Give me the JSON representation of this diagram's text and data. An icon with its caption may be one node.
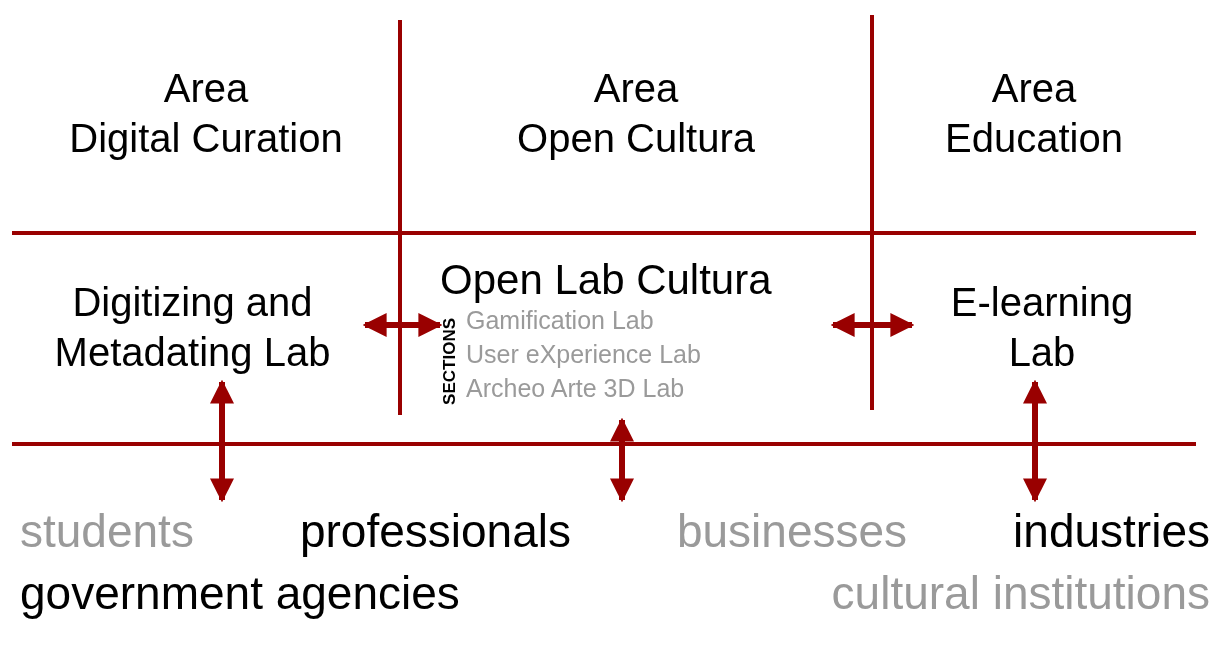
{
  "diagram": {
    "nodes": [
      {
        "text": [
          "Area Digital Curation"
        ]
      },
      {
        "text": [
          "Area Open Cultura"
        ]
      },
      {
        "text": [
          "Area Education"
        ]
      },
      {
        "text": [
          "Digitizing and Metadating Lab"
        ]
      },
      {
        "text": [
          "Open Lab Cultura",
          "SECTIONS",
          "Gamification Lab",
          "User eXperience Lab",
          "Archeo Arte 3D Lab"
        ]
      },
      {
        "text": [
          "E-learning Lab"
        ]
      },
      {
        "text": [
          "students",
          "professionals",
          "businesses",
          "industries",
          "government agencies",
          "cultural institutions"
        ]
      }
    ],
    "edges": [
      {
        "from": 3,
        "to": 4,
        "arrow": "both"
      },
      {
        "from": 4,
        "to": 5,
        "arrow": "both"
      },
      {
        "from": 3,
        "to": 6,
        "arrow": "both"
      },
      {
        "from": 4,
        "to": 6,
        "arrow": "both"
      },
      {
        "from": 5,
        "to": 6,
        "arrow": "both"
      }
    ]
  }
}
